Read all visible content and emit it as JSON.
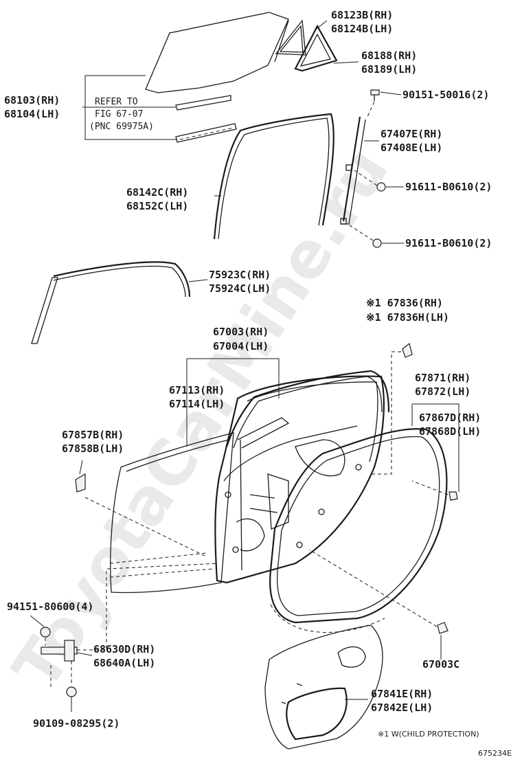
{
  "watermark": "ToyotaCarMine.ru",
  "labels": {
    "p68123": "68123B(RH)",
    "p68124": "68124B(LH)",
    "p68188": "68188(RH)",
    "p68189": "68189(LH)",
    "p68103": "68103(RH)",
    "p68104": "68104(LH)",
    "refer1": "REFER TO",
    "refer2": "FIG 67-07",
    "refer3": "(PNC 69975A)",
    "p90151": "90151-50016(2)",
    "p67407": "67407E(RH)",
    "p67408": "67408E(LH)",
    "p68142": "68142C(RH)",
    "p68152": "68152C(LH)",
    "p91611a": "91611-B0610(2)",
    "p91611b": "91611-B0610(2)",
    "p75923": "75923C(RH)",
    "p75924": "75924C(LH)",
    "p67836": "※1 67836(RH)",
    "p67836h": "※1 67836H(LH)",
    "p67003": "67003(RH)",
    "p67004": "67004(LH)",
    "p67113": "67113(RH)",
    "p67114": "67114(LH)",
    "p67871": "67871(RH)",
    "p67872": "67872(LH)",
    "p67857": "67857B(RH)",
    "p67858": "67858B(LH)",
    "p67867": "67867D(RH)",
    "p67868": "67868D(LH)",
    "p94151": "94151-80600(4)",
    "p68630": "68630D(RH)",
    "p68640": "68640A(LH)",
    "p67003c": "67003C",
    "p67841": "67841E(RH)",
    "p67842": "67842E(LH)",
    "p90109": "90109-08295(2)",
    "note": "※1 W(CHILD PROTECTION)",
    "code": "675234E"
  }
}
